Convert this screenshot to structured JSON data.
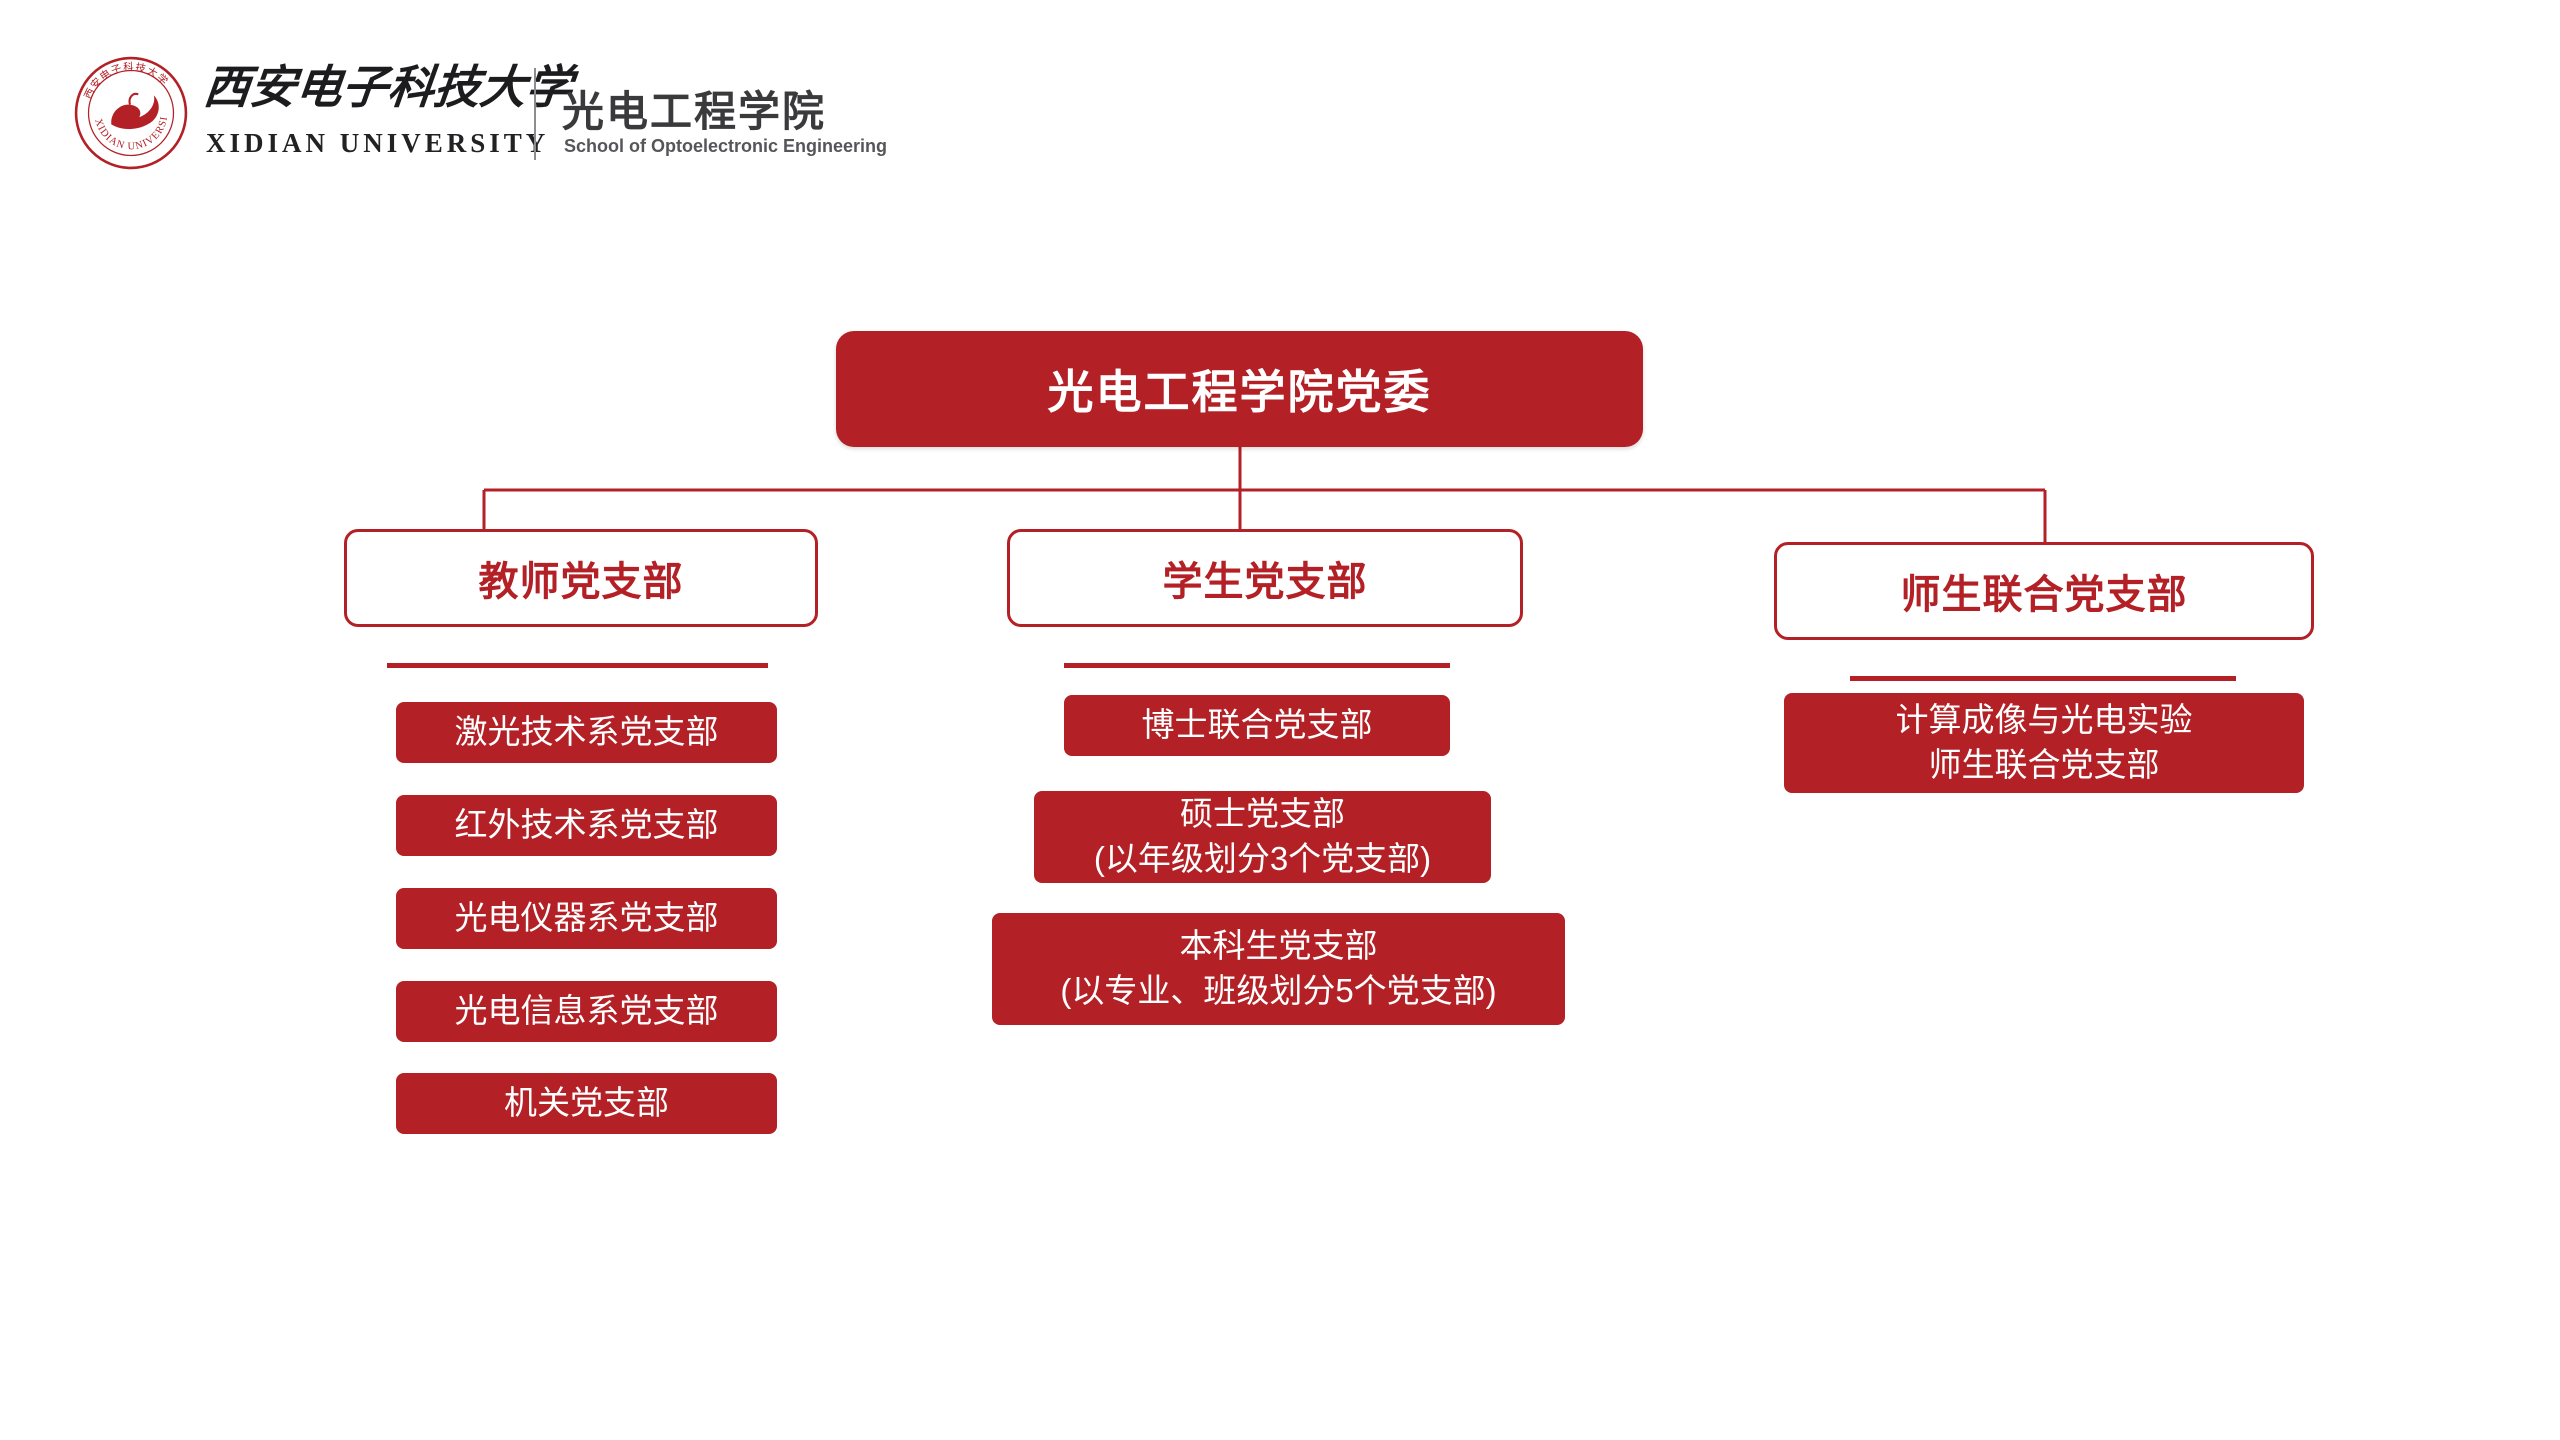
{
  "colors": {
    "primary": "#B32025",
    "heading_text": "#3A3A3C"
  },
  "header": {
    "university_name_cn": "西安电子科技大学",
    "university_name_en": "XIDIAN UNIVERSITY",
    "school_name_cn": "光电工程学院",
    "school_name_en": "School of Optoelectronic Engineering"
  },
  "org": {
    "root": "光电工程学院党委",
    "branches": [
      {
        "label": "教师党支部",
        "children": [
          "激光技术系党支部",
          "红外技术系党支部",
          "光电仪器系党支部",
          "光电信息系党支部",
          "机关党支部"
        ]
      },
      {
        "label": "学生党支部",
        "children": [
          "博士联合党支部",
          "硕士党支部\n(以年级划分3个党支部)",
          "本科生党支部\n(以专业、班级划分5个党支部)"
        ]
      },
      {
        "label": "师生联合党支部",
        "children": [
          "计算成像与光电实验\n师生联合党支部"
        ]
      }
    ]
  }
}
